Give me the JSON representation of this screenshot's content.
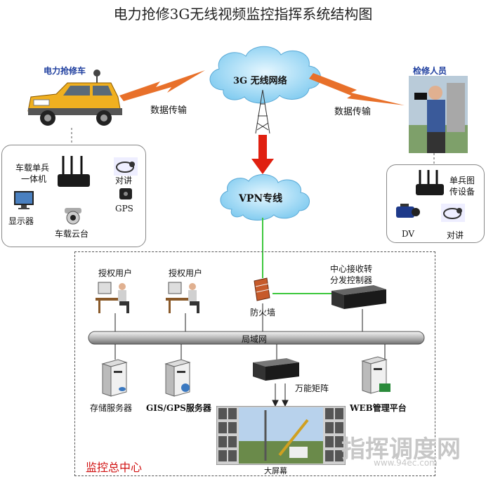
{
  "title": "电力抢修3G无线视频监控指挥系统结构图",
  "nodes": {
    "cloud_3g": "3G  无线网络",
    "cloud_vpn": "VPN专线",
    "vehicle": "电力抢修车",
    "inspector": "检修人员",
    "data_left": "数据传输",
    "data_right": "数据传输",
    "vehicle_unit_1": "车载单兵",
    "vehicle_unit_2": "一体机",
    "intercom_left": "对讲",
    "gps": "GPS",
    "display": "显示器",
    "ptz": "车载云台",
    "single_unit_1": "单兵图",
    "single_unit_2": "传设备",
    "dv": "DV",
    "intercom_right": "对讲",
    "user1": "授权用户",
    "user2": "授权用户",
    "receiver_1": "中心接收转",
    "receiver_2": "分发控制器",
    "firewall": "防火墙",
    "lan": "局域网",
    "storage": "存储服务器",
    "gis": "GIS/GPS服务器",
    "matrix": "万能矩阵",
    "web": "WEB管理平台",
    "screen": "大屏幕",
    "center": "监控总中心"
  },
  "watermark": {
    "main": "指挥调度网",
    "url": "www.94ec.com"
  },
  "colors": {
    "cloud": "#8fd3f4",
    "lightning": "#e8702a",
    "arrow": "#e02010",
    "green_line": "#3ec83e",
    "center_label": "#d01010"
  }
}
